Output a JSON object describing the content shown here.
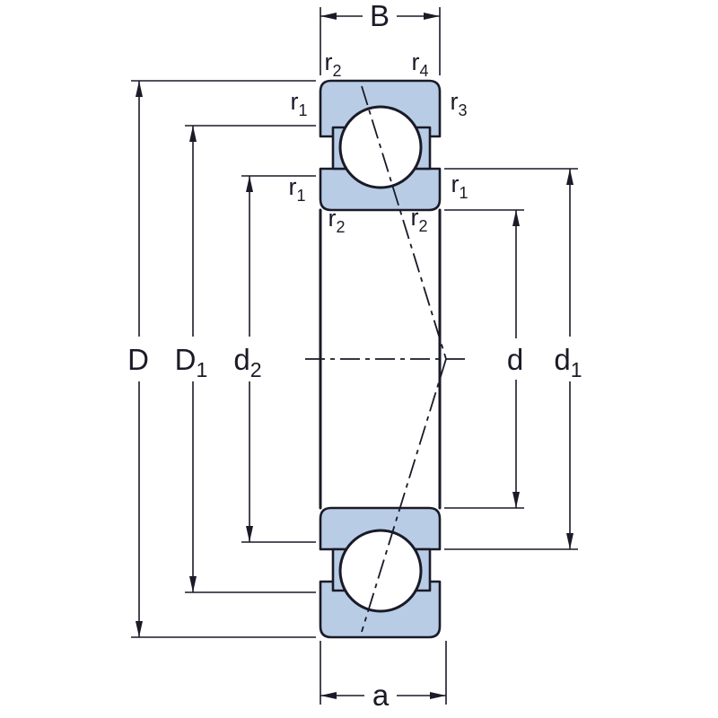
{
  "diagram": {
    "type": "bearing-cross-section",
    "description": "Angular contact ball bearing dimension drawing",
    "colors": {
      "line": "#1a1a28",
      "ring_fill": "#b8cde5",
      "background": "#ffffff"
    },
    "labels": {
      "B": {
        "base": "B",
        "sub": ""
      },
      "a": {
        "base": "a",
        "sub": ""
      },
      "D": {
        "base": "D",
        "sub": ""
      },
      "D1": {
        "base": "D",
        "sub": "1"
      },
      "d2": {
        "base": "d",
        "sub": "2"
      },
      "d": {
        "base": "d",
        "sub": ""
      },
      "d1": {
        "base": "d",
        "sub": "1"
      },
      "r1": {
        "base": "r",
        "sub": "1"
      },
      "r2": {
        "base": "r",
        "sub": "2"
      },
      "r3": {
        "base": "r",
        "sub": "3"
      },
      "r4": {
        "base": "r",
        "sub": "4"
      }
    }
  }
}
